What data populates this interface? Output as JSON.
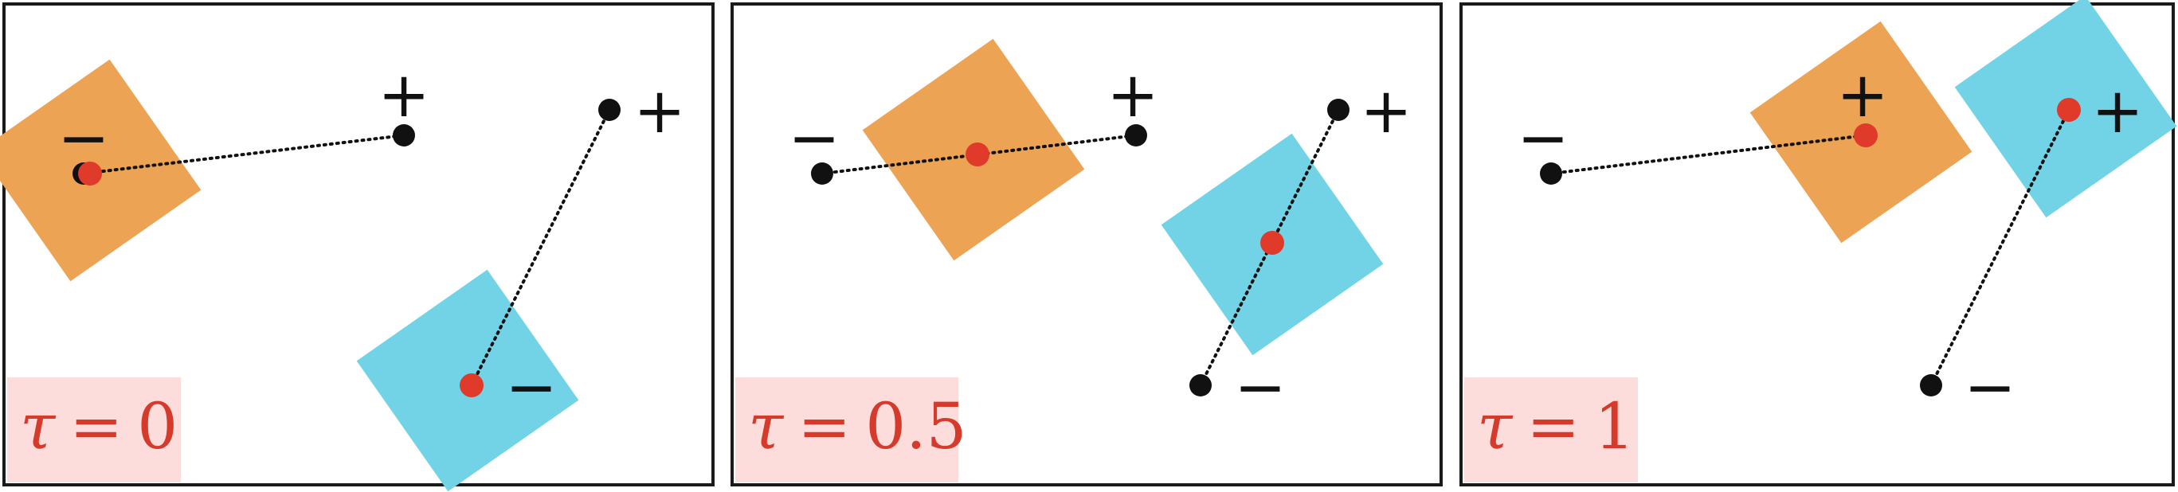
{
  "colors": {
    "background": "#ffffff",
    "frame": "#1a1a1a",
    "orange_square": "#eca353",
    "blue_square": "#72d3e6",
    "midpoint": "#df3a2a",
    "endpoint": "#111111",
    "label_box": "#fddcdc",
    "label_text": "#d63a2a"
  },
  "panels": [
    {
      "tau_symbol": "τ",
      "tau_equals": "=",
      "tau_value": "0",
      "signs": {
        "orange_minus": "−",
        "orange_plus": "+",
        "blue_plus": "+",
        "blue_minus": "−"
      },
      "icons": [
        "orange-square-icon",
        "blue-square-icon",
        "midpoint-dot-icon",
        "endpoint-dot-icon",
        "dotted-line-icon"
      ]
    },
    {
      "tau_symbol": "τ",
      "tau_equals": "=",
      "tau_value": "0.5",
      "signs": {
        "orange_minus": "−",
        "orange_plus": "+",
        "blue_plus": "+",
        "blue_minus": "−"
      },
      "icons": [
        "orange-square-icon",
        "blue-square-icon",
        "midpoint-dot-icon",
        "endpoint-dot-icon",
        "dotted-line-icon"
      ]
    },
    {
      "tau_symbol": "τ",
      "tau_equals": "=",
      "tau_value": "1",
      "signs": {
        "orange_minus": "−",
        "orange_plus": "+",
        "blue_plus": "+",
        "blue_minus": "−"
      },
      "icons": [
        "orange-square-icon",
        "blue-square-icon",
        "midpoint-dot-icon",
        "endpoint-dot-icon",
        "dotted-line-icon"
      ]
    }
  ]
}
